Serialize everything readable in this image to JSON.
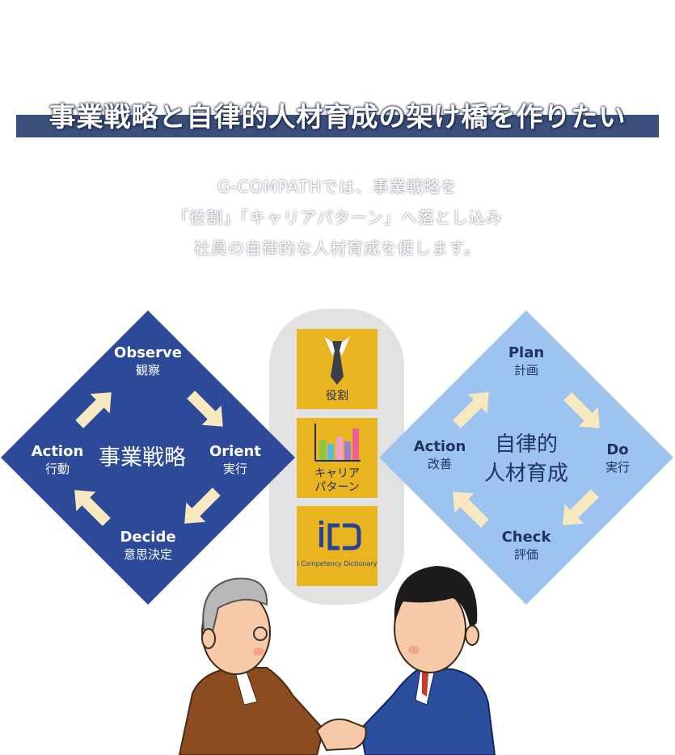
{
  "header": {
    "title": "事業戦略と自律的人材育成の架け橋を作りたい"
  },
  "lead": {
    "line1": "G-COMPATHでは、事業戦略を",
    "line2": "「役割」「キャリアパターン」へ落とし込み",
    "line3": "社員の自律的な人材育成を促します。"
  },
  "left_cycle": {
    "center": "事業戦略",
    "top": {
      "en": "Observe",
      "jp": "観察"
    },
    "right": {
      "en": "Orient",
      "jp": "実行"
    },
    "bottom": {
      "en": "Decide",
      "jp": "意思決定"
    },
    "left": {
      "en": "Action",
      "jp": "行動"
    },
    "color": "#2d4a98"
  },
  "right_cycle": {
    "center_line1": "自律的",
    "center_line2": "人材育成",
    "top": {
      "en": "Plan",
      "jp": "計画"
    },
    "right": {
      "en": "Do",
      "jp": "実行"
    },
    "bottom": {
      "en": "Check",
      "jp": "評価"
    },
    "left": {
      "en": "Action",
      "jp": "改善"
    },
    "color": "#9dc3ef"
  },
  "bridge": {
    "tile1_label": "役割",
    "tile2_label_line1": "キャリア",
    "tile2_label_line2": "パターン",
    "logo_mark": "iCD",
    "logo_text": "i Competency Dictionary",
    "tile_color": "#e8b420",
    "capsule_color": "#e2e2e2"
  },
  "illustration": {
    "subject": "handshake-illustration"
  }
}
